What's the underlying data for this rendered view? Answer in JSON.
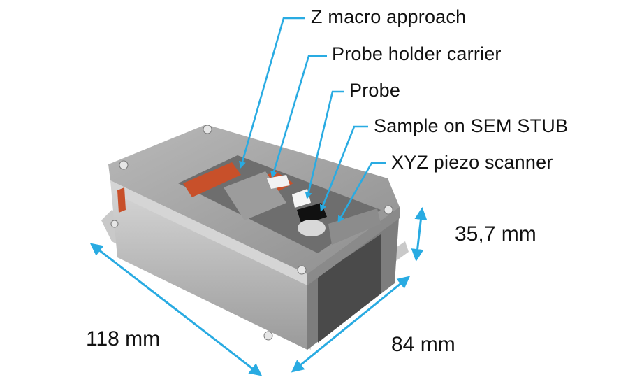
{
  "labels": {
    "z_macro": "Z macro approach",
    "probe_holder": "Probe holder carrier",
    "probe": "Probe",
    "sample": "Sample on SEM STUB",
    "scanner": "XYZ piezo scanner"
  },
  "dimensions": {
    "height": "35,7 mm",
    "length": "118 mm",
    "width": "84 mm"
  },
  "colors": {
    "arrow": "#29abe2",
    "copper": "#c8502a",
    "metal": "#a9a9a9"
  }
}
